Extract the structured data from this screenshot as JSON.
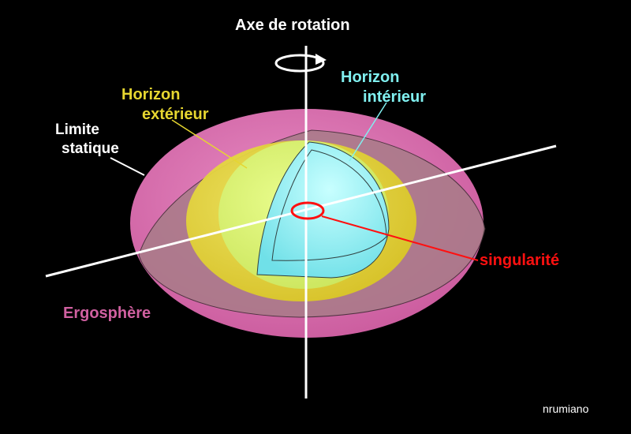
{
  "title": "Axe de rotation",
  "labels": {
    "inner_horizon": [
      "Horizon",
      "intérieur"
    ],
    "outer_horizon": [
      "Horizon",
      "extérieur"
    ],
    "static_limit": [
      "Limite",
      "statique"
    ],
    "ergosphere": "Ergosphère",
    "singularity": "singularité"
  },
  "credit": "nrumiano",
  "colors": {
    "ergosphere": "#d060a0",
    "outer_horizon": "#e6d630",
    "inner_horizon": "#80f0f0",
    "singularity": "#ff1010",
    "axis": "#ffffff"
  }
}
